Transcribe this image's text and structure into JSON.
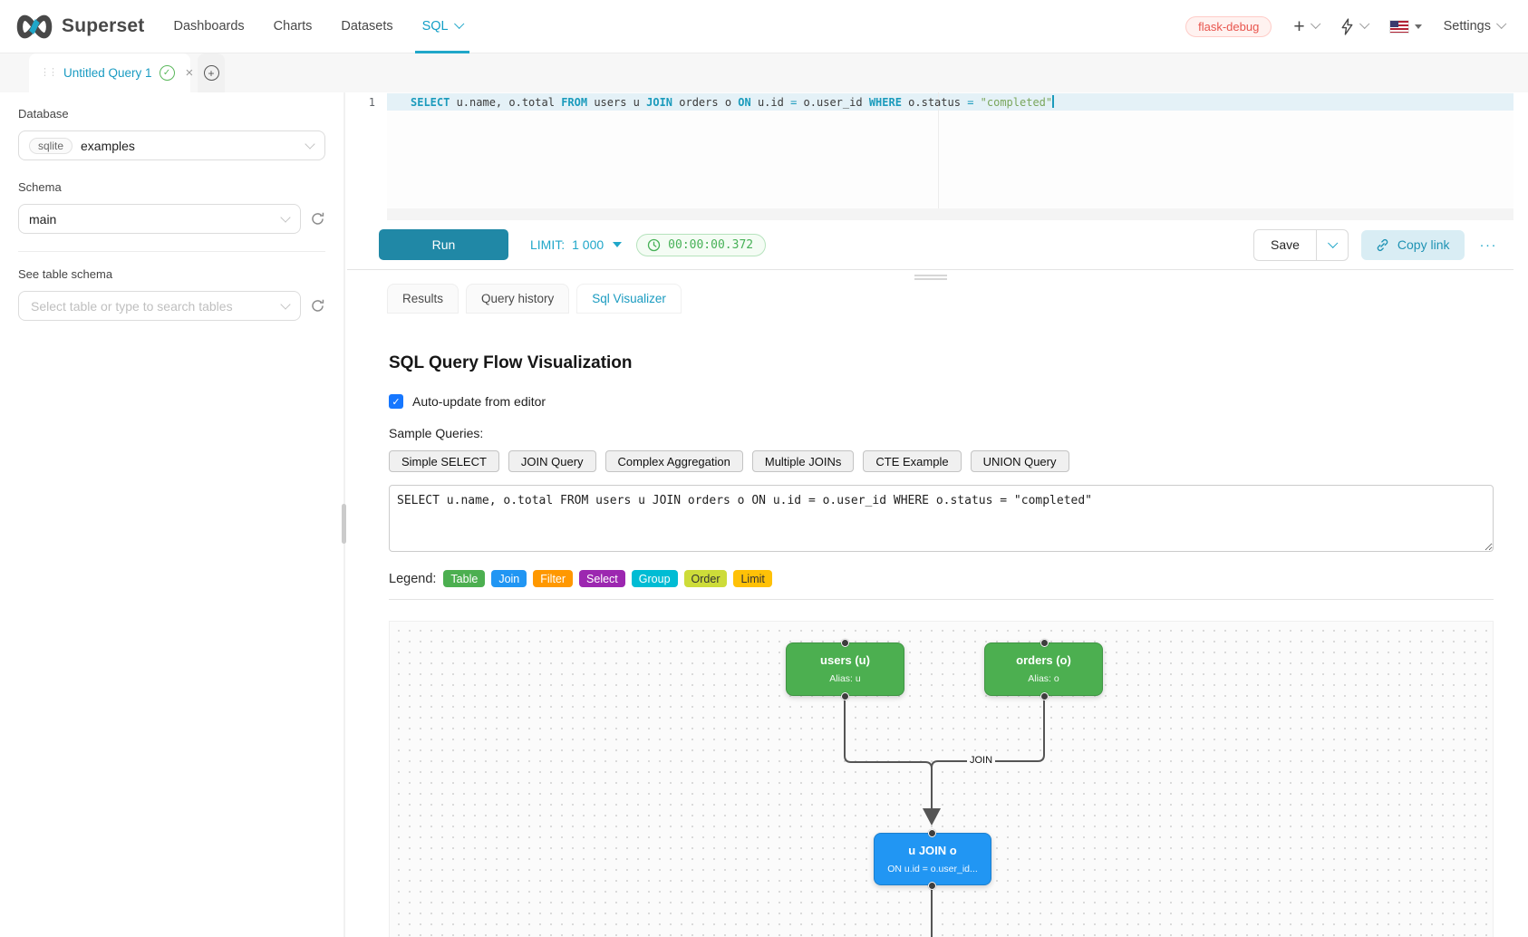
{
  "navbar": {
    "brand": "Superset",
    "items": [
      "Dashboards",
      "Charts",
      "Datasets",
      "SQL"
    ],
    "active_item": "SQL",
    "env_badge": "flask-debug",
    "settings_label": "Settings",
    "accent_color": "#20a7c9"
  },
  "query_tab": {
    "title": "Untitled Query 1"
  },
  "sidebar": {
    "database_label": "Database",
    "db_engine": "sqlite",
    "db_name": "examples",
    "schema_label": "Schema",
    "schema_value": "main",
    "table_label": "See table schema",
    "table_placeholder": "Select table or type to search tables"
  },
  "editor": {
    "line_number": "1",
    "tokens": [
      {
        "t": "SELECT",
        "c": "kw"
      },
      {
        "t": " u.name, o.total ",
        "c": "id"
      },
      {
        "t": "FROM",
        "c": "kw"
      },
      {
        "t": " users u ",
        "c": "id"
      },
      {
        "t": "JOIN",
        "c": "kw"
      },
      {
        "t": " orders o ",
        "c": "id"
      },
      {
        "t": "ON",
        "c": "kw"
      },
      {
        "t": " u.id ",
        "c": "id"
      },
      {
        "t": "=",
        "c": "op"
      },
      {
        "t": " o.user_id ",
        "c": "id"
      },
      {
        "t": "WHERE",
        "c": "kw"
      },
      {
        "t": " o.status ",
        "c": "id"
      },
      {
        "t": "=",
        "c": "op"
      },
      {
        "t": " ",
        "c": "id"
      },
      {
        "t": "\"completed\"",
        "c": "str"
      }
    ],
    "run_label": "Run",
    "limit_label": "LIMIT:",
    "limit_value": "1 000",
    "timer": "00:00:00.372",
    "save_label": "Save",
    "copy_link_label": "Copy link",
    "more_label": "···"
  },
  "result_tabs": [
    "Results",
    "Query history",
    "Sql Visualizer"
  ],
  "active_result_tab": "Sql Visualizer",
  "visualizer": {
    "title": "SQL Query Flow Visualization",
    "auto_update_label": "Auto-update from editor",
    "auto_update_checked": true,
    "sample_queries_label": "Sample Queries:",
    "sample_buttons": [
      "Simple SELECT",
      "JOIN Query",
      "Complex Aggregation",
      "Multiple JOINs",
      "CTE Example",
      "UNION Query"
    ],
    "query_text": "SELECT u.name, o.total FROM users u JOIN orders o ON u.id = o.user_id WHERE o.status = \"completed\"",
    "legend_label": "Legend:",
    "legend": [
      {
        "label": "Table",
        "color": "#4CAF50",
        "text": "#ffffff"
      },
      {
        "label": "Join",
        "color": "#2196F3",
        "text": "#ffffff"
      },
      {
        "label": "Filter",
        "color": "#FF9800",
        "text": "#ffffff"
      },
      {
        "label": "Select",
        "color": "#9C27B0",
        "text": "#ffffff"
      },
      {
        "label": "Group",
        "color": "#00BCD4",
        "text": "#ffffff"
      },
      {
        "label": "Order",
        "color": "#CDDC39",
        "text": "#333333"
      },
      {
        "label": "Limit",
        "color": "#FFC107",
        "text": "#333333"
      }
    ]
  },
  "flow": {
    "nodes": [
      {
        "title": "users (u)",
        "subtitle": "Alias: u",
        "color": "#4CAF50"
      },
      {
        "title": "orders (o)",
        "subtitle": "Alias: o",
        "color": "#4CAF50"
      },
      {
        "title": "u JOIN o",
        "subtitle": "ON u.id = o.user_id...",
        "color": "#2196F3"
      }
    ],
    "edge_label": "JOIN"
  },
  "icons": {
    "check": "✓",
    "close": "×",
    "plus": "+"
  }
}
